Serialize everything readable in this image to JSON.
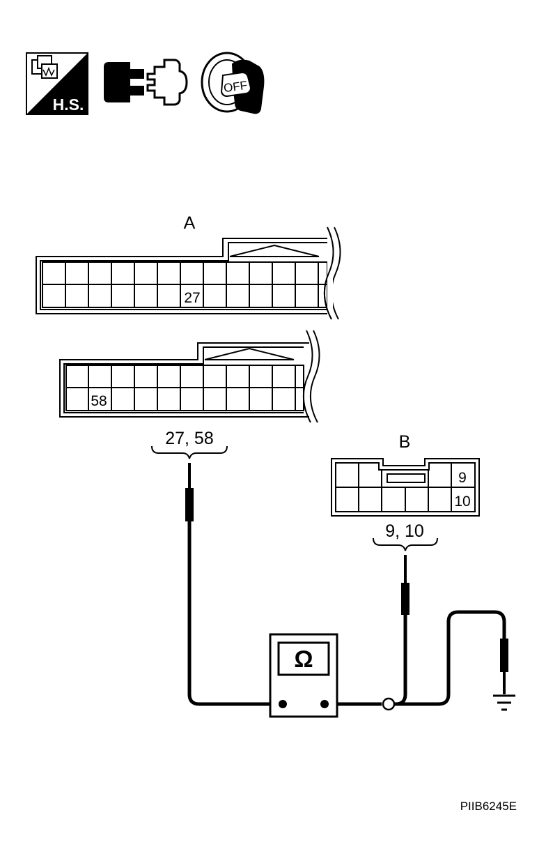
{
  "icons": {
    "harness_symbol": {
      "icon": "harness-symbol-icon",
      "label": "H.S."
    },
    "disconnect_symbol": {
      "icon": "connector-disconnect-icon"
    },
    "ignition_key": {
      "icon": "ignition-key-icon",
      "label": "OFF"
    }
  },
  "connector_a": {
    "label": "A",
    "upper_pin": "27",
    "lower_pin": "58",
    "probe_label": "27, 58"
  },
  "connector_b": {
    "label": "B",
    "pin_top": "9",
    "pin_bottom": "10",
    "probe_label": "9, 10"
  },
  "meter": {
    "icon": "ohmmeter-icon",
    "symbol": "Ω"
  },
  "ground": {
    "icon": "ground-symbol-icon"
  },
  "figure_id": "PIIB6245E",
  "colors": {
    "ink": "#000000",
    "paper": "#ffffff"
  }
}
